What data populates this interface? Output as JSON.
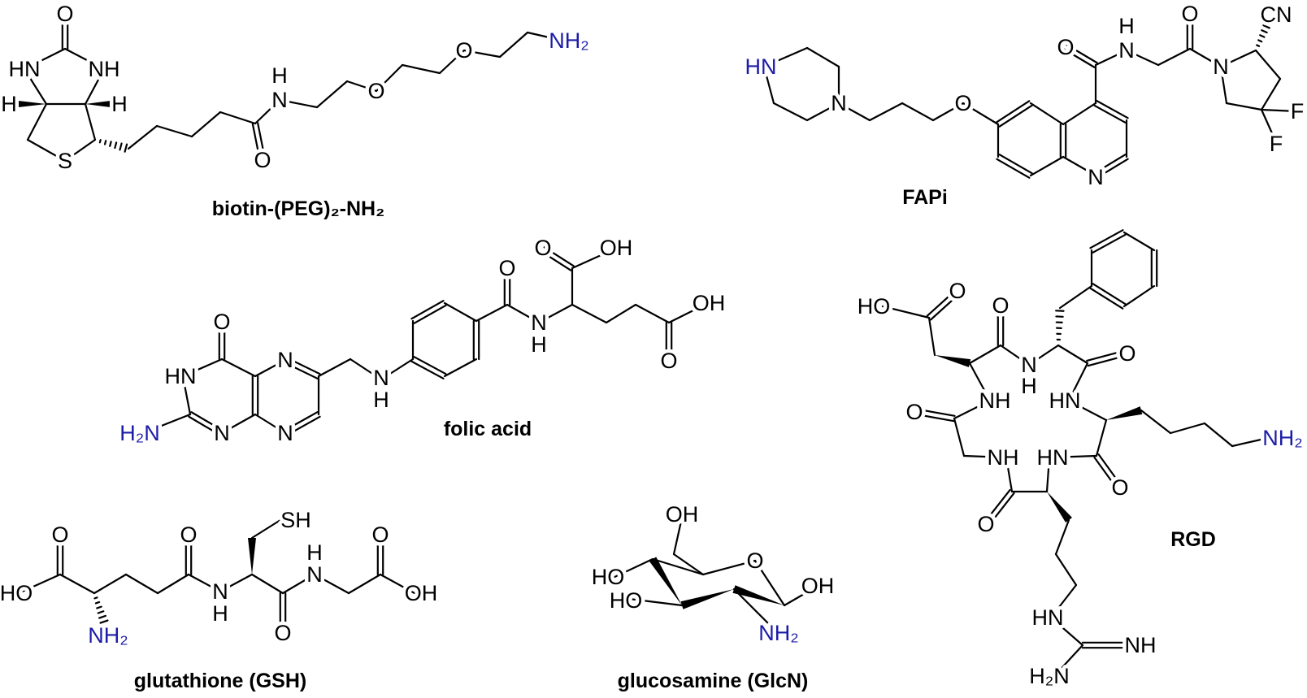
{
  "colors": {
    "heteroatom_highlight": "#1c1ca8",
    "bond": "#000000"
  },
  "compounds": [
    {
      "name": "biotin-(PEG)₂-NH₂",
      "labels": [
        "O",
        "HN",
        "NH",
        "H",
        "H",
        "S",
        "H",
        "N",
        "O",
        "O",
        "O",
        "NH₂"
      ]
    },
    {
      "name": "FAPi",
      "labels": [
        "HN",
        "N",
        "O",
        "N",
        "O",
        "H",
        "N",
        "O",
        "N",
        "CN",
        "F",
        "F"
      ]
    },
    {
      "name": "folic acid",
      "labels": [
        "O",
        "HN",
        "H₂N",
        "N",
        "N",
        "N",
        "N",
        "H",
        "O",
        "N",
        "H",
        "O",
        "OH",
        "O",
        "OH"
      ]
    },
    {
      "name": "RGD",
      "labels": [
        "HO",
        "O",
        "O",
        "N",
        "H",
        "O",
        "HN",
        "NH",
        "O",
        "NH",
        "HN",
        "O",
        "O",
        "NH₂",
        "HN",
        "NH",
        "H₂N"
      ]
    },
    {
      "name": "glutathione (GSH)",
      "labels": [
        "HO",
        "O",
        "NH₂",
        "O",
        "N",
        "H",
        "SH",
        "O",
        "N",
        "H",
        "O",
        "OH"
      ]
    },
    {
      "name": "glucosamine (GlcN)",
      "labels": [
        "OH",
        "O",
        "OH",
        "NH₂",
        "HO",
        "HO"
      ]
    }
  ]
}
